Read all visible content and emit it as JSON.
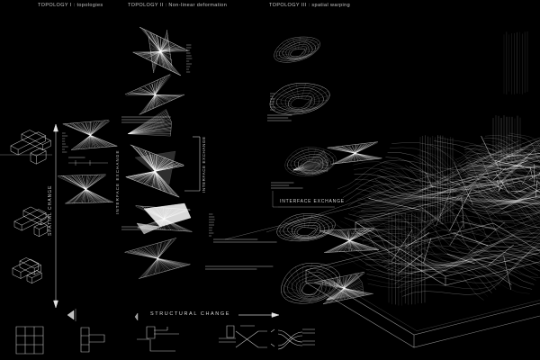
{
  "colors": {
    "background": "#000000",
    "line": "#ffffff",
    "label_text": "#c6c6c6"
  },
  "headings": [
    {
      "label": "TOPOLOGY I : topologies"
    },
    {
      "label": "TOPOLOGY II : Non-linear deformation"
    },
    {
      "label": "TOPOLOGY III : spatial warping"
    }
  ],
  "labels": {
    "spatial_change": "SPATIAL CHANGE",
    "interface_exchange_column": "INTERFACE EXCHANGE",
    "interface_exchange_bracket": "INTERFACE EXCHANGE",
    "interface_exchange_horizontal": "INTERFACE EXCHANGE",
    "structural_change": "STRUCTURAL CHANGE"
  },
  "icons": {
    "spatial_change_axis": "double-arrow-vertical",
    "structural_change_axis": "arrow-right"
  }
}
